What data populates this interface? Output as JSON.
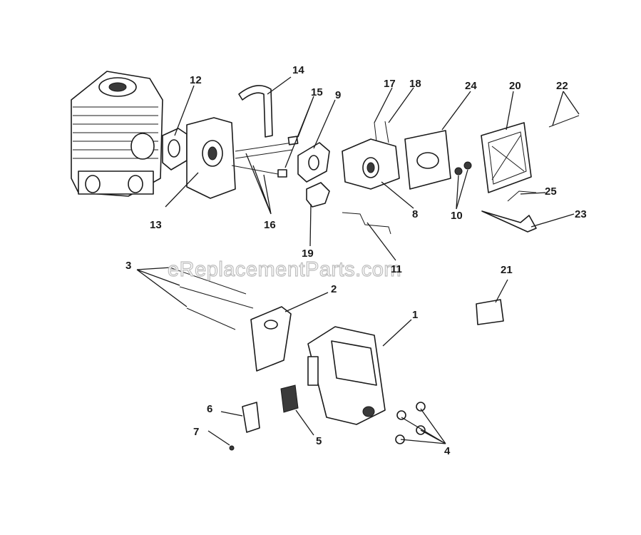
{
  "watermark": "eReplacementParts.com",
  "labels": {
    "p1": "1",
    "p2": "2",
    "p3": "3",
    "p4": "4",
    "p5": "5",
    "p6": "6",
    "p7": "7",
    "p8": "8",
    "p9": "9",
    "p10": "10",
    "p11": "11",
    "p12": "12",
    "p13": "13",
    "p14": "14",
    "p15": "15",
    "p16": "16",
    "p17": "17",
    "p18": "18",
    "p19": "19",
    "p20": "20",
    "p21": "21",
    "p22": "22",
    "p23": "23",
    "p24": "24",
    "p25": "25"
  }
}
